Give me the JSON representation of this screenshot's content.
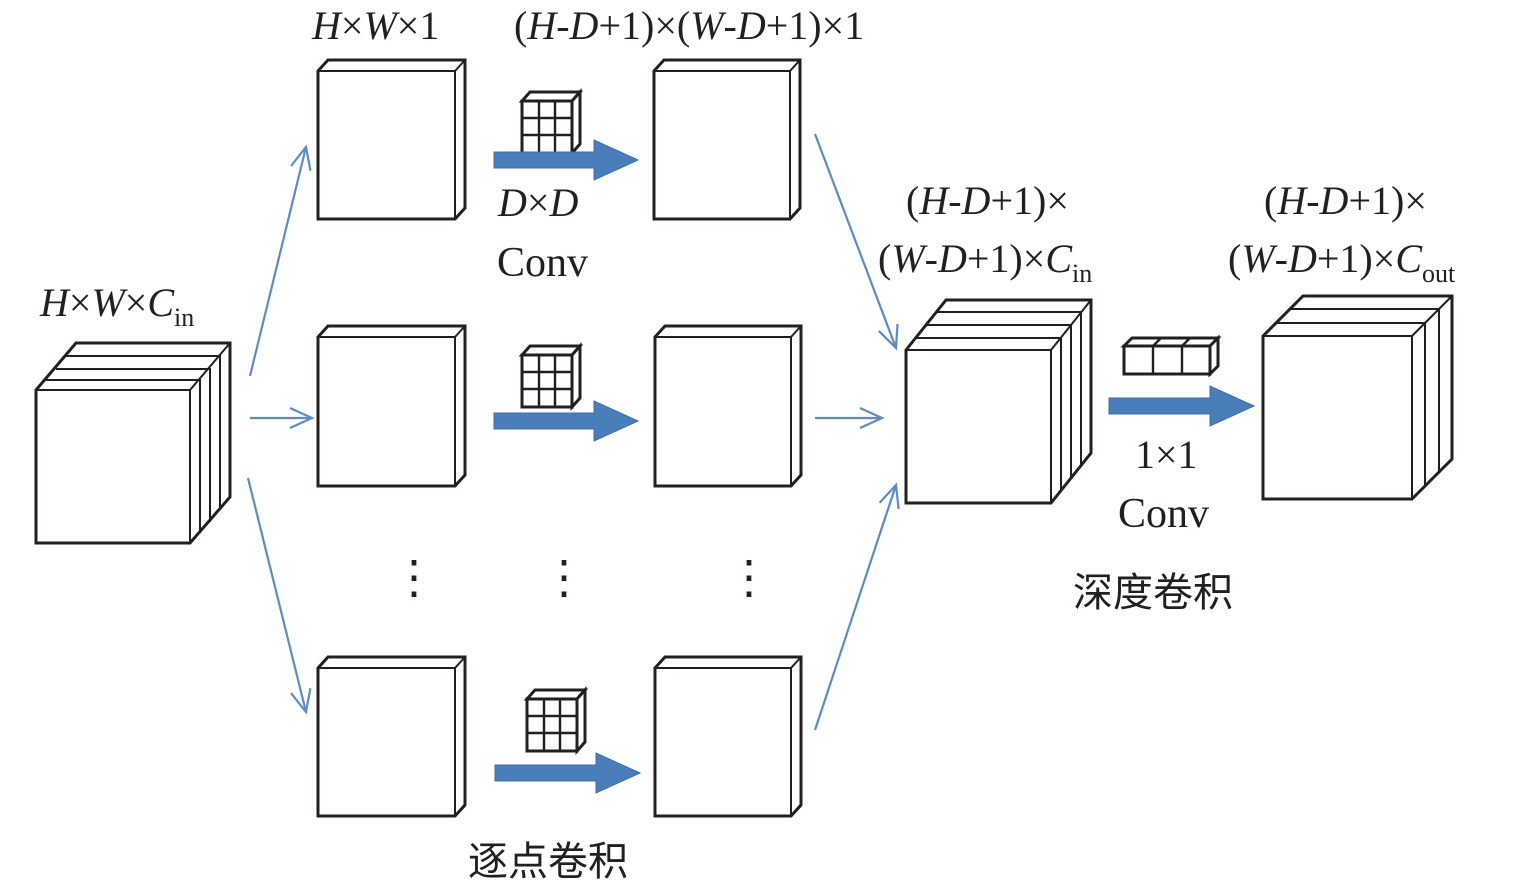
{
  "labels": {
    "input": {
      "a": "H",
      "b": "×",
      "c": "W",
      "d": "×",
      "e": "C",
      "sub": "in"
    },
    "single_in": {
      "a": "H",
      "b": "×",
      "c": "W",
      "d": "×1"
    },
    "single_out": {
      "p1": "(",
      "h": "H",
      "m1": "-",
      "d1": "D",
      "rest1": "+1)×(",
      "w": "W",
      "m2": "-",
      "d2": "D",
      "rest2": "+1)×1"
    },
    "kernel": {
      "a": "D",
      "b": "×",
      "c": "D"
    },
    "conv_word": "Conv",
    "stacked_line1": {
      "p": "(",
      "h": "H",
      "m": "-",
      "d": "D",
      "r": "+1)×"
    },
    "stacked_line2": {
      "p": "(",
      "w": "W",
      "m": "-",
      "d": "D",
      "r": "+1)×",
      "c": "C",
      "sub": "in"
    },
    "output_line1": {
      "p": "(",
      "h": "H",
      "m": "-",
      "d": "D",
      "r": "+1)×"
    },
    "output_line2": {
      "p": "(",
      "w": "W",
      "m": "-",
      "d": "D",
      "r": "+1)×",
      "c": "C",
      "sub": "out"
    },
    "pointwise_kernel": "1×1",
    "pointwise_conv": "Conv",
    "caption_depthwise": "深度卷积",
    "caption_pointwise": "逐点卷积",
    "ellipsis": "⋮"
  },
  "colors": {
    "stroke": "#231f20",
    "flow_arrow": "#5b8cc4",
    "conv_arrow": "#4a7ebb"
  }
}
